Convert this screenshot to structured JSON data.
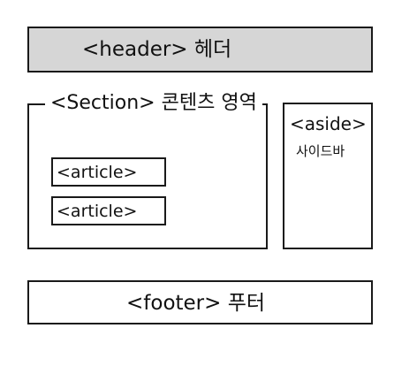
{
  "header": {
    "tag": "<header>",
    "label": "헤더"
  },
  "section": {
    "tag": "<Section>",
    "label": "콘텐츠 영역",
    "articles": [
      {
        "tag": "<article>"
      },
      {
        "tag": "<article>"
      }
    ]
  },
  "aside": {
    "tag": "<aside>",
    "label": "사이드바"
  },
  "footer": {
    "tag": "<footer>",
    "label": "푸터"
  },
  "colors": {
    "header_fill": "#d6d6d6",
    "stroke": "#1a1a1a",
    "background": "#ffffff"
  }
}
